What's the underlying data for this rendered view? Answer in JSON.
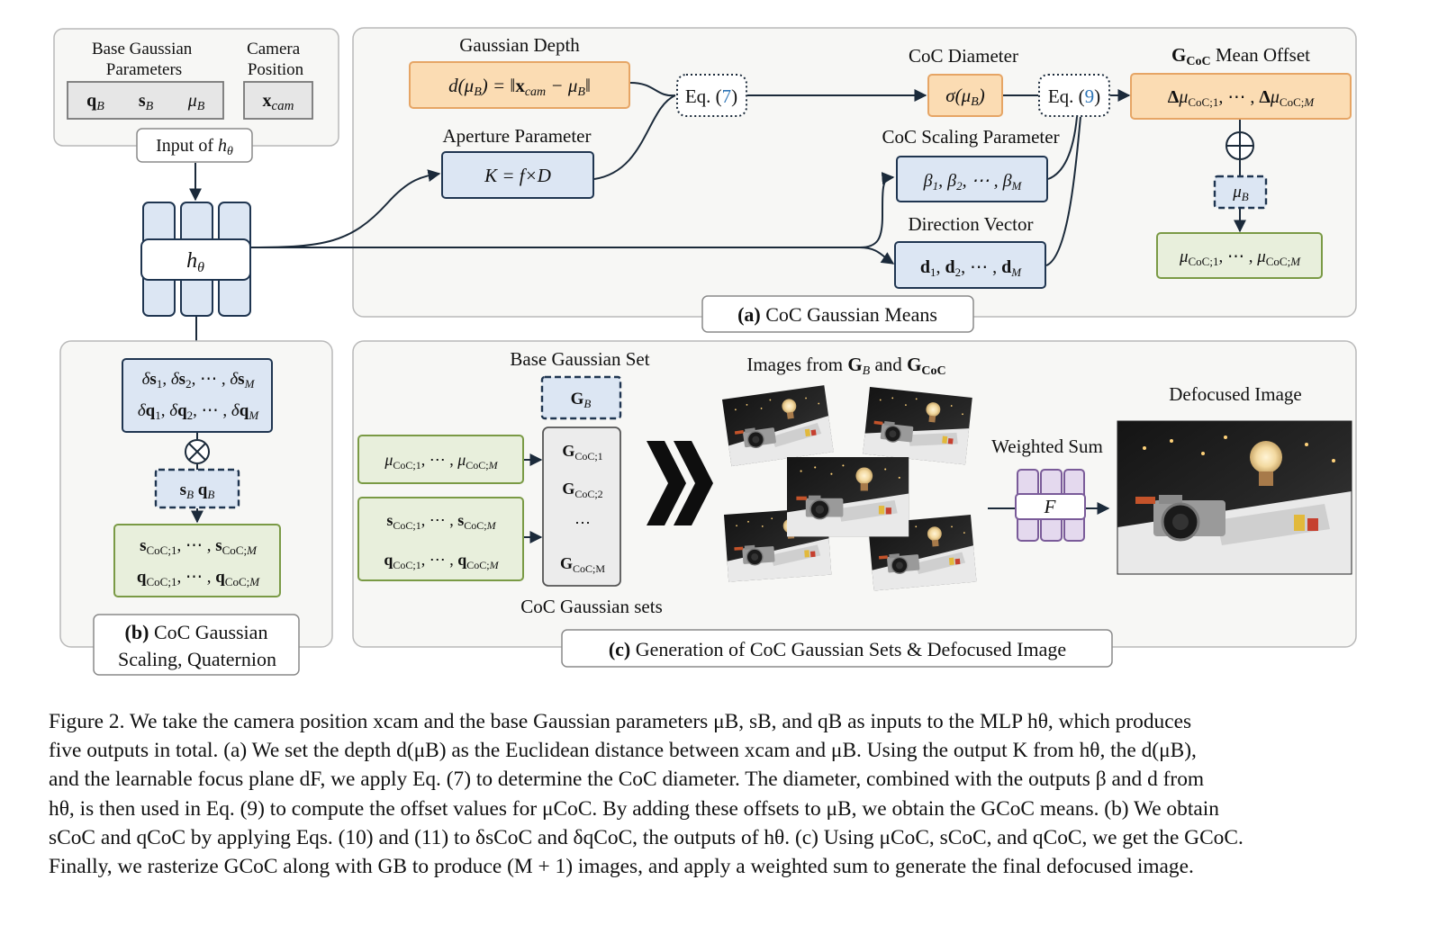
{
  "input_box": {
    "group_base": "Base Gaussian Parameters",
    "group_camera": "Camera Position",
    "q_b": "qB",
    "s_b": "sB",
    "mu_b": "μB",
    "x_cam": "xcam",
    "tag": "Input of hθ"
  },
  "mlp": {
    "label": "hθ"
  },
  "panel_a": {
    "gaussian_depth_title": "Gaussian Depth",
    "gaussian_depth_formula": "d(μB) = ‖xcam − μB‖",
    "eq7": "Eq. (7)",
    "eq7_ref": "7",
    "aperture_title": "Aperture Parameter",
    "aperture_formula": "K = f×D",
    "coc_diameter_title": "CoC Diameter",
    "coc_diameter_formula": "σ(μB)",
    "eq9": "Eq. (9)",
    "eq9_ref": "9",
    "mean_offset_title": "GCoC Mean Offset",
    "mean_offset_formula": "ΔμCoC;1, ⋯ , ΔμCoC;M",
    "plus_symbol": "⊕",
    "mu_b": "μB",
    "coc_means": "μCoC;1, ⋯ , μCoC;M",
    "scaling_title": "CoC Scaling Parameter",
    "scaling_formula": "β1, β2, ⋯ , βM",
    "direction_title": "Direction Vector",
    "direction_formula": "d1, d2, ⋯ , dM",
    "tag_letter": "(a)",
    "tag_text": "CoC Gaussian Means"
  },
  "panel_b": {
    "delta_s": "δs1, δs2, ⋯ , δsM",
    "delta_q": "δq1, δq2, ⋯ , δqM",
    "times_symbol": "⊗",
    "base_sq": "sB   qB",
    "coc_s": "sCoC;1, ⋯ , sCoC;M",
    "coc_q": "qCoC;1, ⋯ , qCoC;M",
    "tag_letter": "(b)",
    "tag_line1": "CoC Gaussian",
    "tag_line2": "Scaling, Quaternion"
  },
  "panel_c": {
    "base_set_title": "Base Gaussian Set",
    "g_b": "GB",
    "mu_list": "μCoC;1, ⋯ , μCoC;M",
    "s_list": "sCoC;1, ⋯ , sCoC;M",
    "q_list": "qCoC;1, ⋯ , qCoC;M",
    "g_coc_1": "GCoC;1",
    "g_coc_2": "GCoC;2",
    "g_coc_dots": "⋯",
    "g_coc_m": "GCoC;M",
    "coc_sets_label": "CoC Gaussian sets",
    "images_title": "Images from GB and GCoC",
    "weighted_sum_title": "Weighted Sum",
    "weighted_sum_symbol": "F",
    "defocused_title": "Defocused Image",
    "tag_letter": "(c)",
    "tag_text": "Generation of CoC Gaussian Sets & Defocused Image"
  },
  "caption": {
    "line1": "Figure 2. We take the camera position xcam and the base Gaussian parameters μB, sB, and qB as inputs to the MLP hθ, which produces",
    "line2": "five outputs in total. (a) We set the depth d(μB) as the Euclidean distance between xcam and μB. Using the output K from hθ, the d(μB),",
    "line3": "and the learnable focus plane dF, we apply Eq. (7) to determine the CoC diameter. The diameter, combined with the outputs β and d from",
    "line4": "hθ, is then used in Eq. (9) to compute the offset values for μCoC. By adding these offsets to μB, we obtain the GCoC means. (b) We obtain",
    "line5": "sCoC and qCoC by applying Eqs. (10) and (11) to δsCoC and δqCoC, the outputs of hθ. (c) Using μCoC, sCoC, and qCoC, we get the GCoC.",
    "line6": "Finally, we rasterize GCoC along with GB to produce (M + 1) images, and apply a weighted sum to generate the final defocused image."
  },
  "colors": {
    "orange_fill": "#fbdcb3",
    "orange_stroke": "#e6a565",
    "blue_fill": "#dce6f3",
    "blue_stroke": "#1f3550",
    "green_fill": "#e8efdc",
    "green_stroke": "#7a9a45",
    "purple_fill": "#e4d9ee",
    "purple_stroke": "#7a5b99",
    "panel_fill": "#f7f7f5",
    "panel_stroke": "#b9b9b9",
    "link_blue": "#2e75b6"
  }
}
